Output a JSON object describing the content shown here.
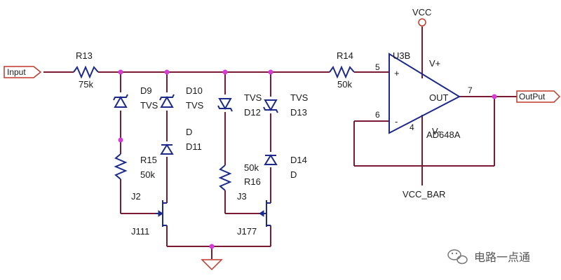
{
  "ports": {
    "input": "Input",
    "output": "OutPut"
  },
  "power": {
    "vcc": "VCC",
    "vcc_bar": "VCC_BAR"
  },
  "resistors": {
    "r13": {
      "ref": "R13",
      "value": "75k"
    },
    "r14": {
      "ref": "R14",
      "value": "50k"
    },
    "r15": {
      "ref": "R15",
      "value": "50k"
    },
    "r16": {
      "ref": "R16",
      "value": "50k"
    }
  },
  "diodes": {
    "d9": {
      "ref": "D9",
      "type": "TVS"
    },
    "d10": {
      "ref": "D10",
      "type": "TVS"
    },
    "d11": {
      "ref": "D11",
      "type": "D"
    },
    "d12": {
      "ref": "D12",
      "type": "TVS"
    },
    "d13": {
      "ref": "D13",
      "type": "TVS"
    },
    "d14": {
      "ref": "D14",
      "type": "D"
    }
  },
  "jfets": {
    "j2": {
      "ref": "J2",
      "part": "J111"
    },
    "j3": {
      "ref": "J3",
      "part": "J177"
    }
  },
  "opamp": {
    "ref": "U3B",
    "part": "AD648A",
    "pin_noninv": "5",
    "pin_inv": "6",
    "pin_out": "7",
    "pin_vminus": "4",
    "plus_sign": "+",
    "minus_sign": "-",
    "out_label": "OUT",
    "vplus_label": "V+",
    "vminus_label": "V-"
  },
  "watermark": {
    "text": "电路一点通",
    "icon": "wechat-icon"
  },
  "colors": {
    "wire": "#7a1a33",
    "component": "#1d2a8c",
    "port": "#c0392b",
    "junction": "#d63bd6"
  }
}
